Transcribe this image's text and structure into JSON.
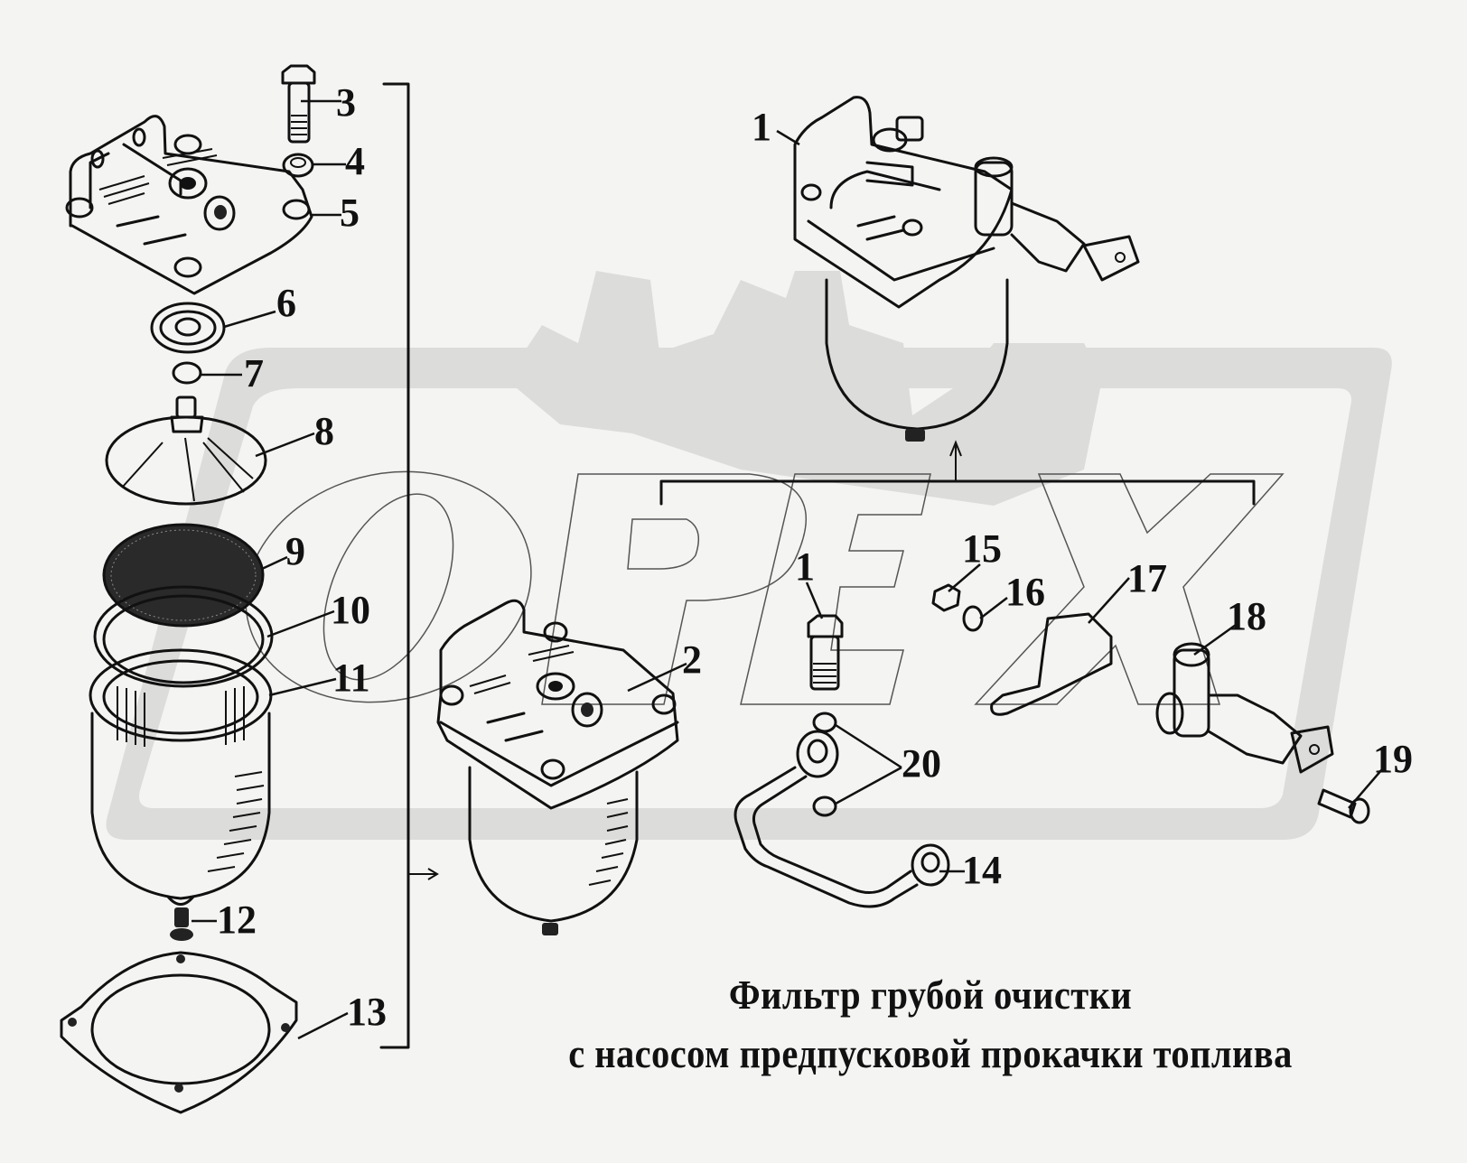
{
  "diagram": {
    "title_line1": "Фильтр грубой очистки",
    "title_line2": "с насосом предпусковой прокачки топлива",
    "watermark": "OPEX",
    "callouts": {
      "c1_top": "1",
      "c1_bottom": "1",
      "c2": "2",
      "c3": "3",
      "c4": "4",
      "c5": "5",
      "c6": "6",
      "c7": "7",
      "c8": "8",
      "c9": "9",
      "c10": "10",
      "c11": "11",
      "c12": "12",
      "c13": "13",
      "c14": "14",
      "c15": "15",
      "c16": "16",
      "c17": "17",
      "c18": "18",
      "c19": "19",
      "c20": "20"
    },
    "parts": [
      {
        "id": "1",
        "name": "filter-assembly"
      },
      {
        "id": "2",
        "name": "filter-housing"
      },
      {
        "id": "3",
        "name": "bolt"
      },
      {
        "id": "4",
        "name": "washer"
      },
      {
        "id": "5",
        "name": "filter-cover"
      },
      {
        "id": "6",
        "name": "gasket"
      },
      {
        "id": "7",
        "name": "ring"
      },
      {
        "id": "8",
        "name": "distributor-cone"
      },
      {
        "id": "9",
        "name": "mesh-filter"
      },
      {
        "id": "10",
        "name": "seal-ring"
      },
      {
        "id": "11",
        "name": "filter-element"
      },
      {
        "id": "12",
        "name": "drain-plug"
      },
      {
        "id": "13",
        "name": "flange-ring"
      },
      {
        "id": "14",
        "name": "fuel-pipe"
      },
      {
        "id": "15",
        "name": "nut"
      },
      {
        "id": "16",
        "name": "washer"
      },
      {
        "id": "17",
        "name": "bracket"
      },
      {
        "id": "18",
        "name": "priming-pump"
      },
      {
        "id": "19",
        "name": "bolt"
      },
      {
        "id": "20",
        "name": "sealing-washers"
      }
    ]
  }
}
